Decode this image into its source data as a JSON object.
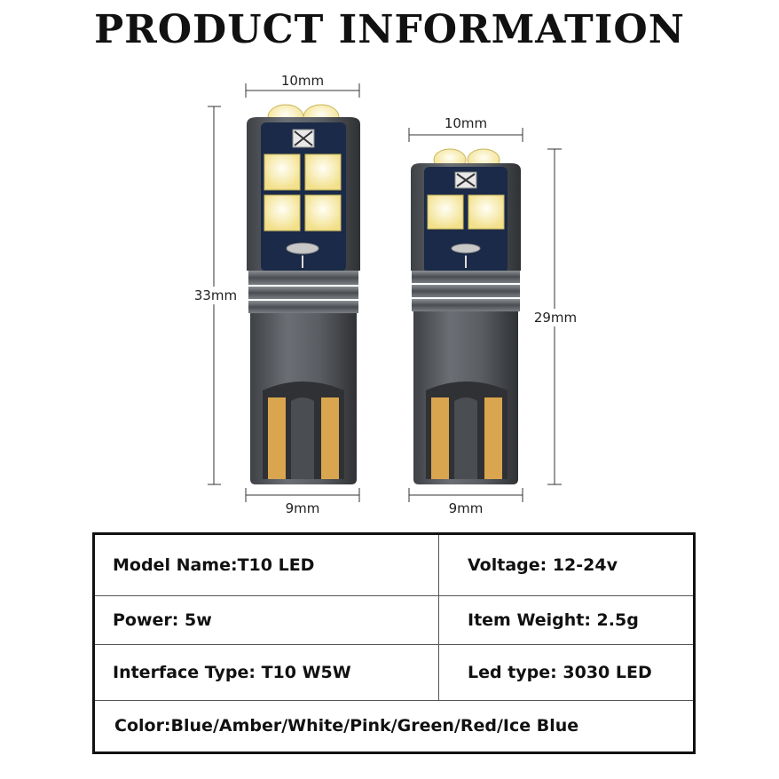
{
  "title": "PRODUCT INFORMATION",
  "bulbs": [
    {
      "name": "large",
      "width_label": "10mm",
      "height_label": "33mm",
      "base_label": "9mm"
    },
    {
      "name": "small",
      "width_label": "10mm",
      "height_label": "29mm",
      "base_label": "9mm"
    }
  ],
  "colors": {
    "led": "#f6e9a0",
    "led_core": "#fffdf0",
    "board": "#1a2a48",
    "housing": "#5c5f63",
    "housing_dark": "#3a3c40",
    "contact": "#d9a54f",
    "dimension_line": "#333333"
  },
  "specs": {
    "model_name": "Model Name:T10 LED",
    "voltage": "Voltage: 12-24v",
    "power": "Power: 5w",
    "item_weight": "Item Weight: 2.5g",
    "interface_type": "Interface Type: T10 W5W",
    "led_type": "Led type: 3030 LED",
    "color": "Color:Blue/Amber/White/Pink/Green/Red/Ice Blue"
  }
}
